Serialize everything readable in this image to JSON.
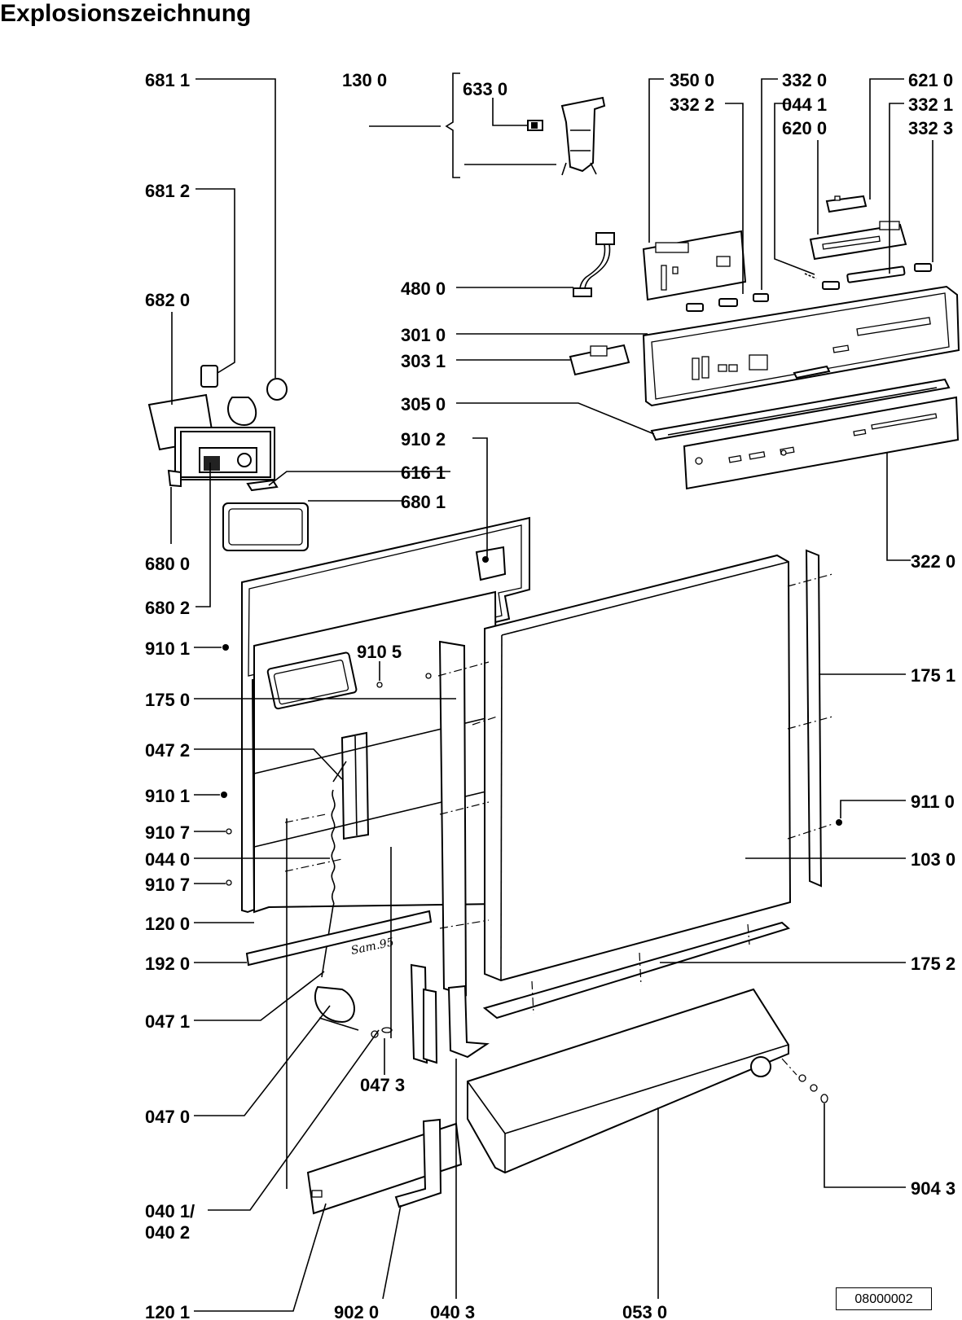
{
  "title": "Explosionszeichnung",
  "document_number": "08000002",
  "handwritten_note": "Sam.95",
  "labels": {
    "l_681_1": "681 1",
    "l_130_0": "130 0",
    "l_633_0": "633 0",
    "l_350_0": "350 0",
    "l_332_0": "332 0",
    "l_621_0": "621 0",
    "l_332_2": "332 2",
    "l_044_1": "044 1",
    "l_332_1": "332 1",
    "l_620_0": "620 0",
    "l_332_3": "332 3",
    "l_681_2": "681 2",
    "l_682_0": "682 0",
    "l_480_0": "480 0",
    "l_301_0": "301 0",
    "l_303_1": "303 1",
    "l_305_0": "305 0",
    "l_910_2": "910 2",
    "l_616_1": "616 1",
    "l_680_1": "680 1",
    "l_322_0": "322 0",
    "l_680_0": "680 0",
    "l_680_2": "680 2",
    "l_910_1a": "910 1",
    "l_910_5": "910 5",
    "l_175_1": "175 1",
    "l_175_0": "175 0",
    "l_047_2": "047 2",
    "l_910_1b": "910 1",
    "l_911_0": "911 0",
    "l_910_7a": "910 7",
    "l_044_0": "044 0",
    "l_103_0": "103 0",
    "l_910_7b": "910 7",
    "l_120_0": "120 0",
    "l_192_0": "192 0",
    "l_175_2": "175 2",
    "l_047_1": "047 1",
    "l_047_3": "047 3",
    "l_047_0": "047 0",
    "l_904_3": "904 3",
    "l_040_1": "040 1/",
    "l_040_2": "040 2",
    "l_120_1": "120 1",
    "l_902_0": "902 0",
    "l_040_3": "040 3",
    "l_053_0": "053 0"
  }
}
